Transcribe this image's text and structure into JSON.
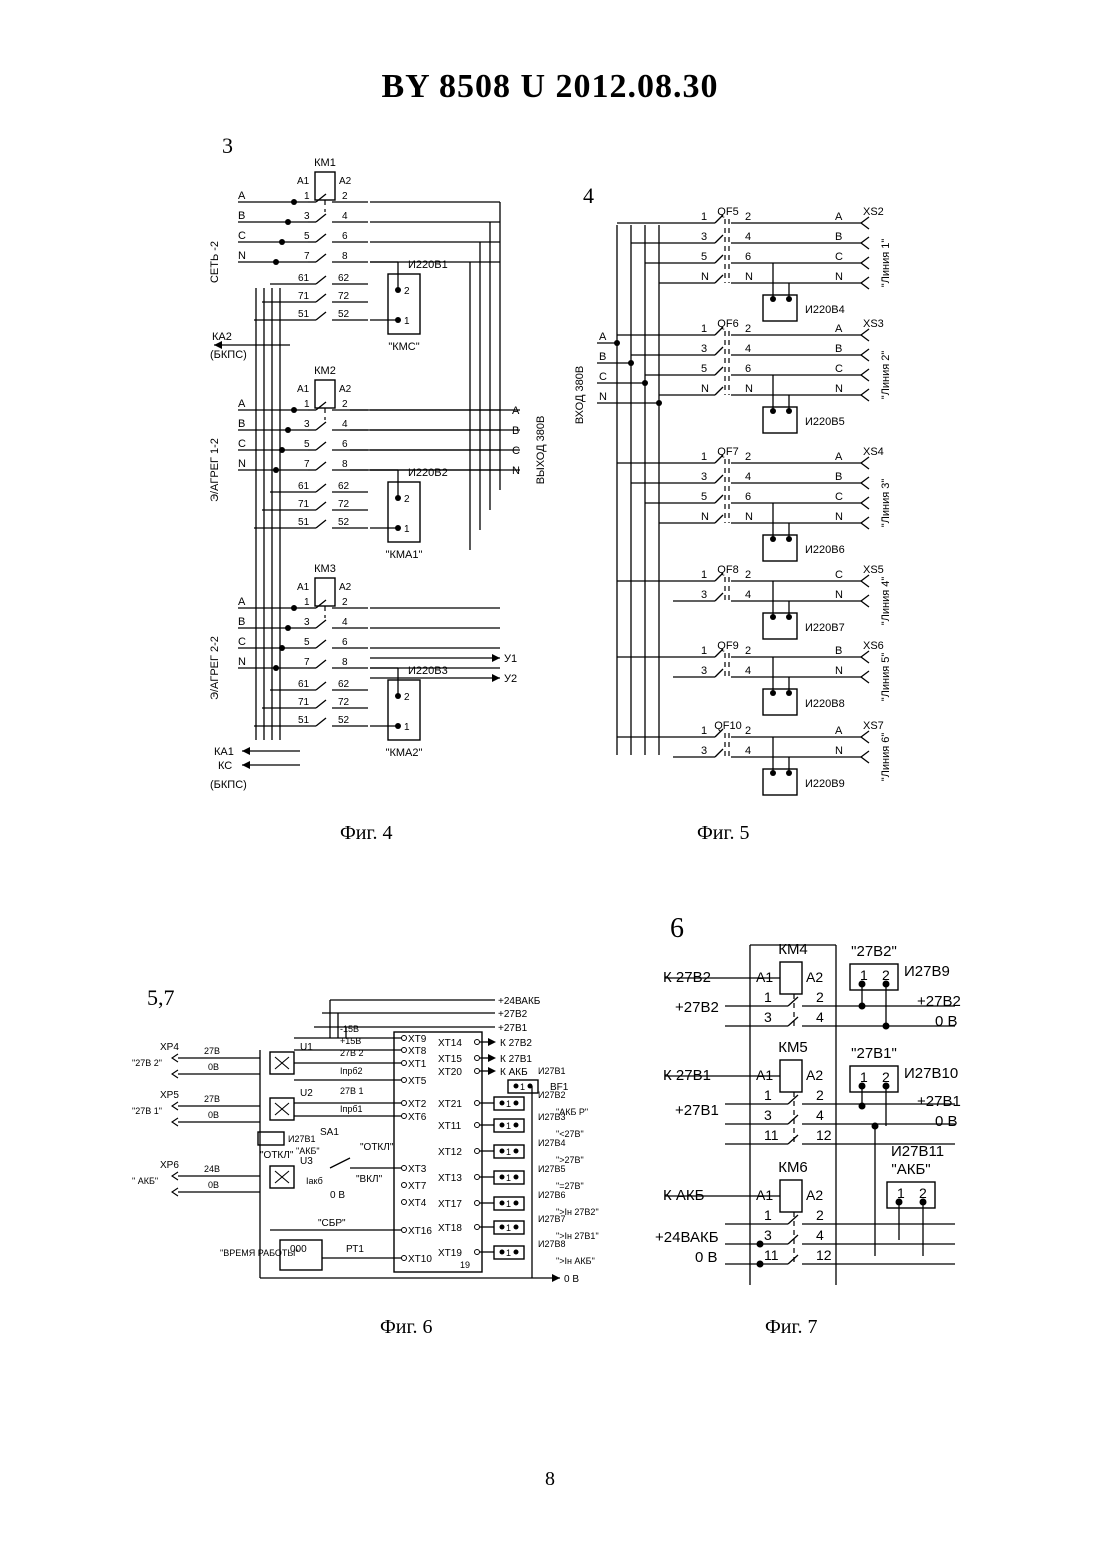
{
  "header": {
    "title": "BY  8508  U  2012.08.30"
  },
  "figures": {
    "fig4": {
      "number": "3",
      "caption": "Фиг. 4",
      "contactors": [
        "КМ1",
        "КМ2",
        "КМ3"
      ],
      "terminals": [
        "А1",
        "А2"
      ],
      "groups": [
        "СЕТЬ -2",
        "Э/АГРЕГ 1-2",
        "Э/АГРЕГ 2-2"
      ],
      "phases": [
        "А",
        "В",
        "С",
        "N"
      ],
      "contacts_main": [
        "1",
        "2",
        "3",
        "4",
        "5",
        "6",
        "7",
        "8"
      ],
      "contacts_aux": [
        "61",
        "62",
        "71",
        "72",
        "51",
        "52"
      ],
      "indicators": [
        {
          "id": "И220В1",
          "label": "\"КМС\""
        },
        {
          "id": "И220В2",
          "label": "\"КМА1\""
        },
        {
          "id": "И220В3",
          "label": "\"КМА2\""
        }
      ],
      "pin1": "1",
      "pin2": "2",
      "output_label": "ВЫХОД 380В",
      "outputs": [
        "У1",
        "У2"
      ],
      "left_labels": [
        "КА2",
        "(БКПС)",
        "КА1",
        "КС",
        "(БКПС)"
      ]
    },
    "fig5": {
      "number": "4",
      "caption": "Фиг. 5",
      "input_label": "ВХОД 380В",
      "inputs": [
        "А",
        "В",
        "С",
        "N"
      ],
      "breakers": [
        {
          "qf": "QF5",
          "xs": "XS2",
          "line": "\"Линия 1\"",
          "ind": "И220В4",
          "outs": [
            "А",
            "В",
            "С",
            "N"
          ],
          "left": [
            "1",
            "3",
            "5",
            "N"
          ],
          "right": [
            "2",
            "4",
            "6",
            "N"
          ]
        },
        {
          "qf": "QF6",
          "xs": "XS3",
          "line": "\"Линия 2\"",
          "ind": "И220В5",
          "outs": [
            "А",
            "В",
            "С",
            "N"
          ],
          "left": [
            "1",
            "3",
            "5",
            "N"
          ],
          "right": [
            "2",
            "4",
            "6",
            "N"
          ]
        },
        {
          "qf": "QF7",
          "xs": "XS4",
          "line": "\"Линия 3\"",
          "ind": "И220В6",
          "outs": [
            "А",
            "В",
            "С",
            "N"
          ],
          "left": [
            "1",
            "3",
            "5",
            "N"
          ],
          "right": [
            "2",
            "4",
            "6",
            "N"
          ]
        },
        {
          "qf": "QF8",
          "xs": "XS5",
          "line": "\"Линия 4\"",
          "ind": "И220В7",
          "outs": [
            "С",
            "N"
          ],
          "left": [
            "1",
            "3"
          ],
          "right": [
            "2",
            "4"
          ]
        },
        {
          "qf": "QF9",
          "xs": "XS6",
          "line": "\"Линия 5\"",
          "ind": "И220В8",
          "outs": [
            "В",
            "N"
          ],
          "left": [
            "1",
            "3"
          ],
          "right": [
            "2",
            "4"
          ]
        },
        {
          "qf": "QF10",
          "xs": "XS7",
          "line": "\"Линия 6\"",
          "ind": "И220В9",
          "outs": [
            "А",
            "N"
          ],
          "left": [
            "1",
            "3"
          ],
          "right": [
            "2",
            "4"
          ]
        }
      ]
    },
    "fig6": {
      "number": "5,7",
      "caption": "Фиг. 6",
      "rails": [
        "+24ВАКБ",
        "+27В2",
        "+27В1",
        "0 В"
      ],
      "connectors": [
        {
          "id": "ХР4",
          "name": "\"27В 2\"",
          "v": "27В",
          "g": "0В"
        },
        {
          "id": "ХР5",
          "name": "\"27В 1\"",
          "v": "27В",
          "g": "0В"
        },
        {
          "id": "ХР6",
          "name": "\" АКБ\"",
          "v": "24В",
          "g": "0В"
        }
      ],
      "units": [
        "U1",
        "U2",
        "U3"
      ],
      "internal": [
        "-15В",
        "+15В",
        "27В 2",
        "27В 1",
        "Iпрб2",
        "Iпрб1",
        "Iакб",
        "0 В"
      ],
      "xt_left": [
        "ХТ9",
        "ХТ8",
        "ХТ1",
        "ХТ5",
        "ХТ2",
        "ХТ6",
        "ХТ3",
        "ХТ7",
        "ХТ4",
        "ХТ16",
        "ХТ10"
      ],
      "xt_right": [
        "ХТ14",
        "ХТ15",
        "ХТ20",
        "ХТ21",
        "ХТ11",
        "ХТ12",
        "ХТ13",
        "ХТ17",
        "ХТ18",
        "ХТ19"
      ],
      "xt_right_labels": [
        "К 27В2",
        "К 27В1",
        "К АКБ"
      ],
      "led_ids": [
        "И27В1",
        "И27В2",
        "И27В3",
        "И27В4",
        "И27В5",
        "И27В6",
        "И27В7",
        "И27В8"
      ],
      "led_labels": [
        "\"АКБ Р\"",
        "\"<27В\"",
        "\">27В\"",
        "\"=27В\"",
        "\">Iн 27В2\"",
        "\">Iн 27В1\"",
        "\">Iн АКБ\""
      ],
      "bf": "BF1",
      "switch": "SA1",
      "switch_labels": [
        "\"ОТКЛ\"",
        "\"ВКЛ\""
      ],
      "misc": [
        "\"ОТКЛ\"",
        "И27В1",
        "\"АКБ\"",
        "\"СБР\"",
        "РТ1",
        "\"ВРЕМЯ РАБОТЫ\"",
        "000",
        "19"
      ]
    },
    "fig7": {
      "number": "6",
      "caption": "Фиг. 7",
      "relays": [
        "КМ4",
        "КМ5",
        "КМ6"
      ],
      "coil_inputs": [
        "К 27В2",
        "К 27В1",
        "К АКБ"
      ],
      "contact_inputs": [
        "+27В2",
        "+27В1",
        "+24ВАКБ",
        "0 В"
      ],
      "outputs": [
        "+27В2",
        "0 В",
        "+27В1",
        "0 В"
      ],
      "indicators": [
        {
          "id": "И27В9",
          "label": "\"27В2\""
        },
        {
          "id": "И27В10",
          "label": "\"27В1\""
        },
        {
          "id": "И27В11",
          "label": "\"АКБ\""
        }
      ],
      "pins": [
        "1",
        "2",
        "3",
        "4",
        "11",
        "12"
      ]
    }
  },
  "page_number": "8"
}
